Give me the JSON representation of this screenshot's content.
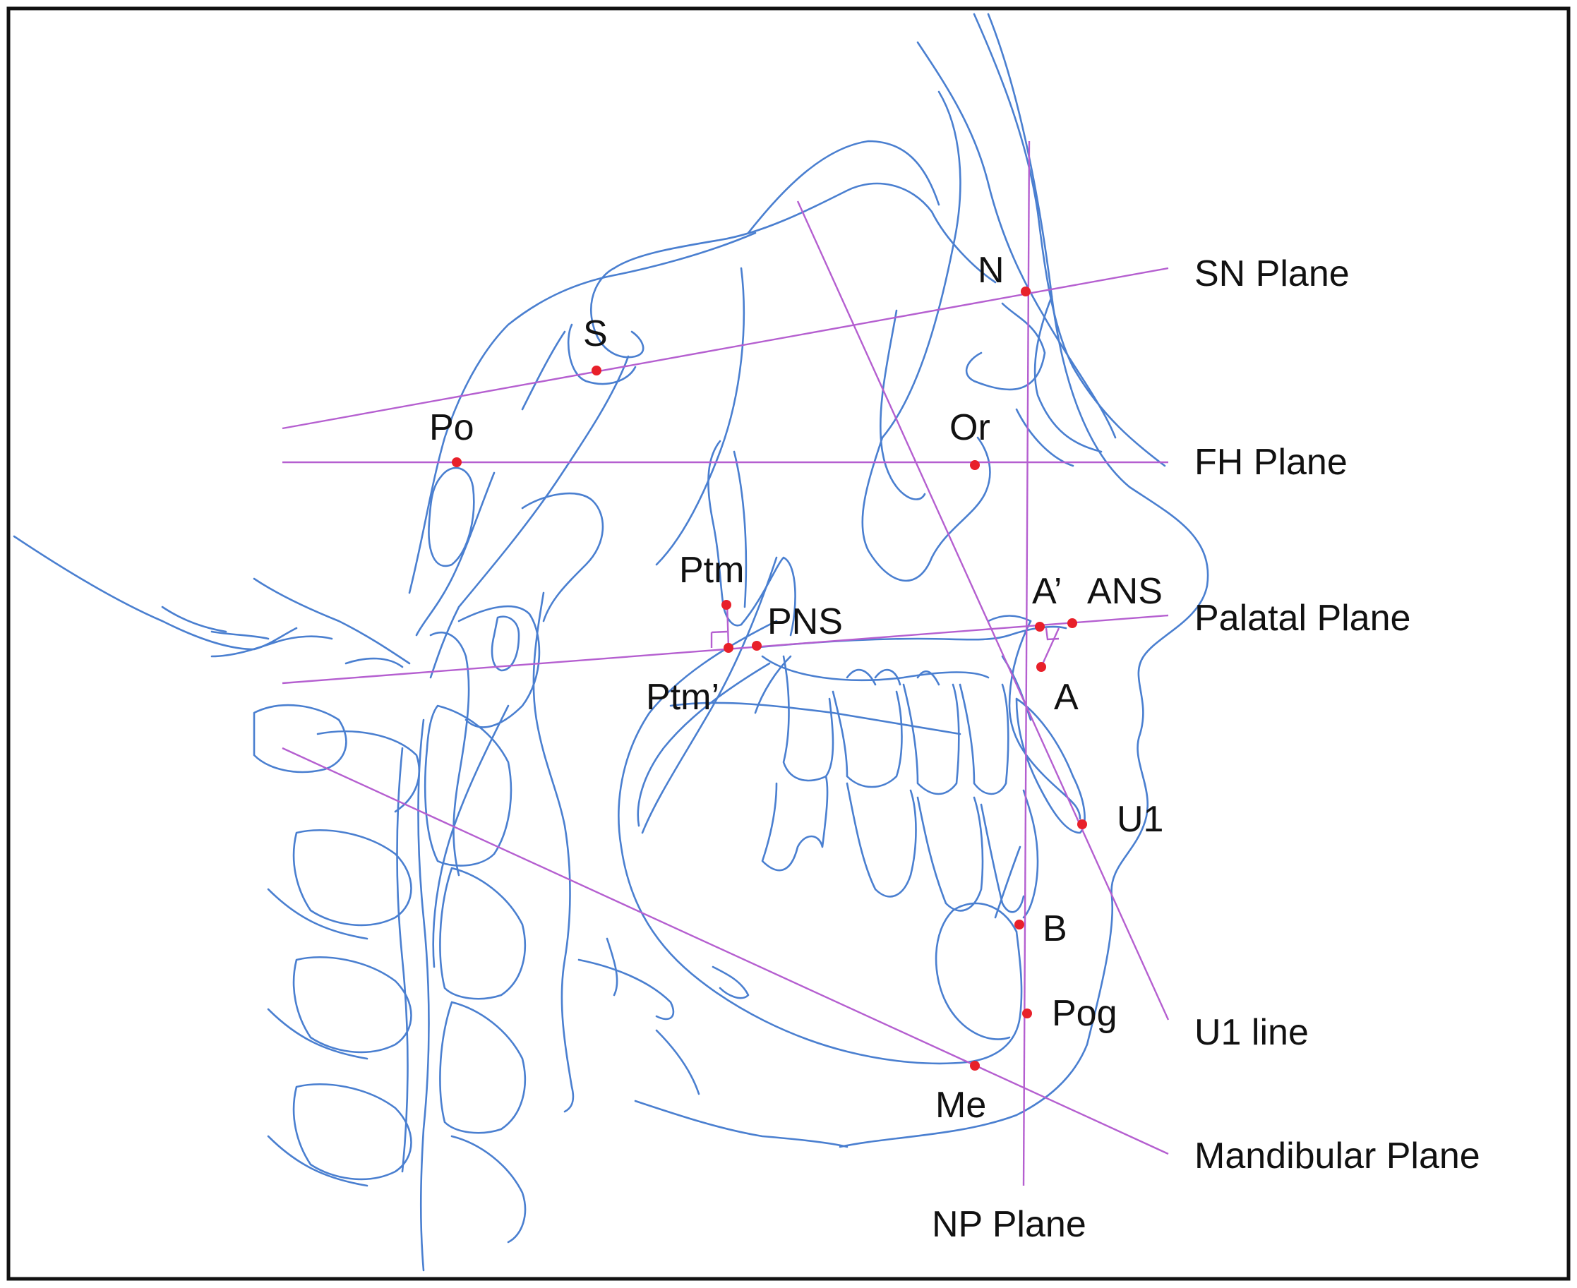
{
  "colors": {
    "trace": "#4a7fd0",
    "plane": "#b55fd0",
    "landmark": "#e8202a",
    "text": "#111111"
  },
  "landmarks": {
    "S": "S",
    "N": "N",
    "Po": "Po",
    "Or": "Or",
    "Ptm": "Ptm",
    "PNS": "PNS",
    "Ptm_prime": "Ptm’",
    "A_prime": "A’",
    "ANS": "ANS",
    "A": "A",
    "U1": "U1",
    "B": "B",
    "Pog": "Pog",
    "Me": "Me"
  },
  "planes": {
    "sn": "SN Plane",
    "fh": "FH Plane",
    "palatal": "Palatal Plane",
    "u1": "U1 line",
    "mandibular": "Mandibular Plane",
    "np": "NP Plane"
  }
}
